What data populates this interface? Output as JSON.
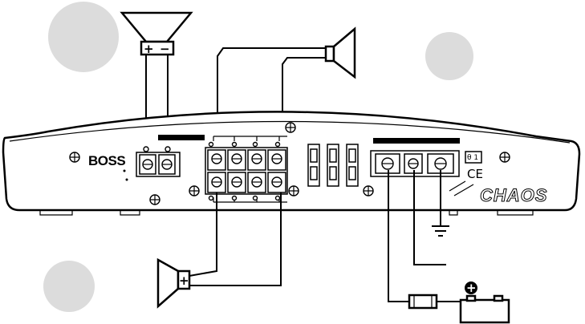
{
  "amplifier": {
    "brand": "BOSS",
    "model": "CHAOS",
    "fuse_label": "θ 1",
    "cert_mark": "CE"
  },
  "speakers": {
    "top_left": {
      "plus": "+",
      "minus": "−"
    },
    "bottom_left": {
      "plus": "+"
    }
  },
  "battery": {
    "terminal_symbol": "+"
  }
}
